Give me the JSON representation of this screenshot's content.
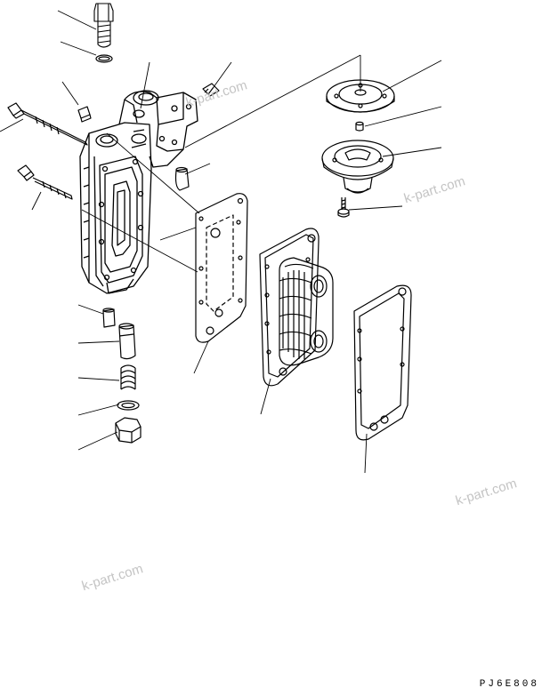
{
  "figure": {
    "code": "PJ6E808",
    "watermarks": [
      "k-part.com",
      "k-part.com",
      "k-part.com",
      "k-part.com"
    ]
  },
  "colors": {
    "line": "#000000",
    "watermark": "#c4c4c4",
    "background": "#ffffff"
  },
  "parts": [
    "plug",
    "o-ring",
    "plug",
    "bolt",
    "oil-cooler-case",
    "bolt",
    "gasket",
    "oil-cooler-element",
    "gasket",
    "cover",
    "pin",
    "valve",
    "bolt",
    "plug",
    "valve",
    "spring",
    "gasket",
    "plug",
    "fitting",
    "plug",
    "nipple"
  ]
}
